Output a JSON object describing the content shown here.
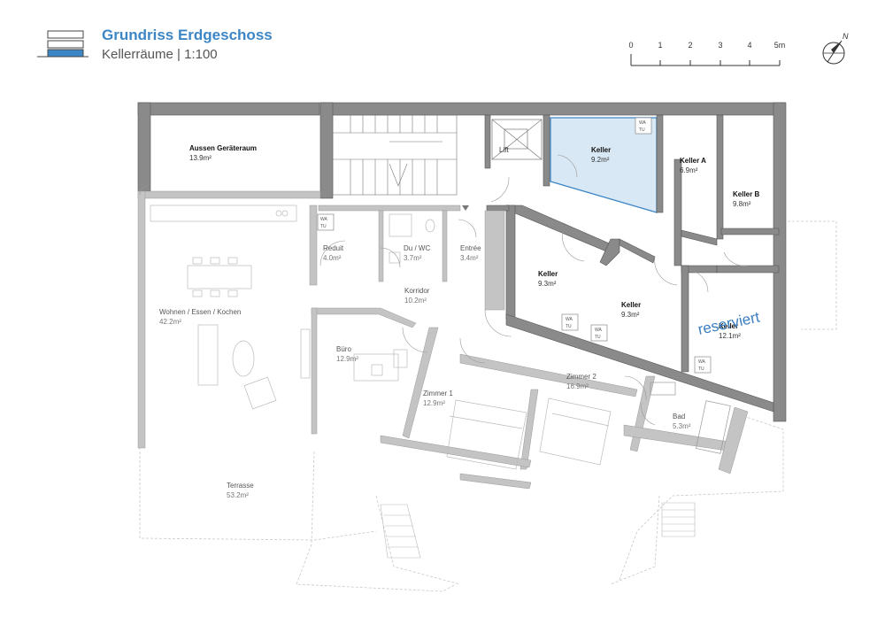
{
  "header": {
    "title": "Grundriss Erdgeschoss",
    "subtitle": "Kellerräume | 1:100"
  },
  "scale_bar": {
    "ticks": [
      "0",
      "1",
      "2",
      "3",
      "4",
      "5m"
    ]
  },
  "north_label": "N",
  "highlight_color": "#d8e8f4",
  "accent_color": "#3d86c6",
  "rooms": {
    "aussen": {
      "name": "Aussen Geräteraum",
      "area": "13.9m²"
    },
    "keller_top": {
      "name": "Keller",
      "area": "9.2m²"
    },
    "keller_a": {
      "name": "Keller A",
      "area": "6.9m²"
    },
    "keller_b": {
      "name": "Keller B",
      "area": "9.8m²"
    },
    "keller_mid": {
      "name": "Keller",
      "area": "9.3m²"
    },
    "keller_low": {
      "name": "Keller",
      "area": "9.3m²"
    },
    "keller_right": {
      "name": "Keller",
      "area": "12.1m²"
    },
    "lift": {
      "name": "Lift"
    },
    "reduit": {
      "name": "Reduit",
      "area": "4.0m²"
    },
    "du_wc": {
      "name": "Du / WC",
      "area": "3.7m²"
    },
    "entree": {
      "name": "Entrée",
      "area": "3.4m²"
    },
    "korridor": {
      "name": "Korridor",
      "area": "10.2m²"
    },
    "wohnen": {
      "name": "Wohnen / Essen / Kochen",
      "area": "42.2m²"
    },
    "buero": {
      "name": "Büro",
      "area": "12.9m²"
    },
    "zimmer1": {
      "name": "Zimmer 1",
      "area": "12.9m²"
    },
    "zimmer2": {
      "name": "Zimmer 2",
      "area": "16.9m²"
    },
    "bad": {
      "name": "Bad",
      "area": "5.3m²"
    },
    "terrasse": {
      "name": "Terrasse",
      "area": "53.2m²"
    }
  },
  "reserved_label": "reserviert",
  "wa_tu": {
    "wa": "WA",
    "tu": "TU"
  }
}
